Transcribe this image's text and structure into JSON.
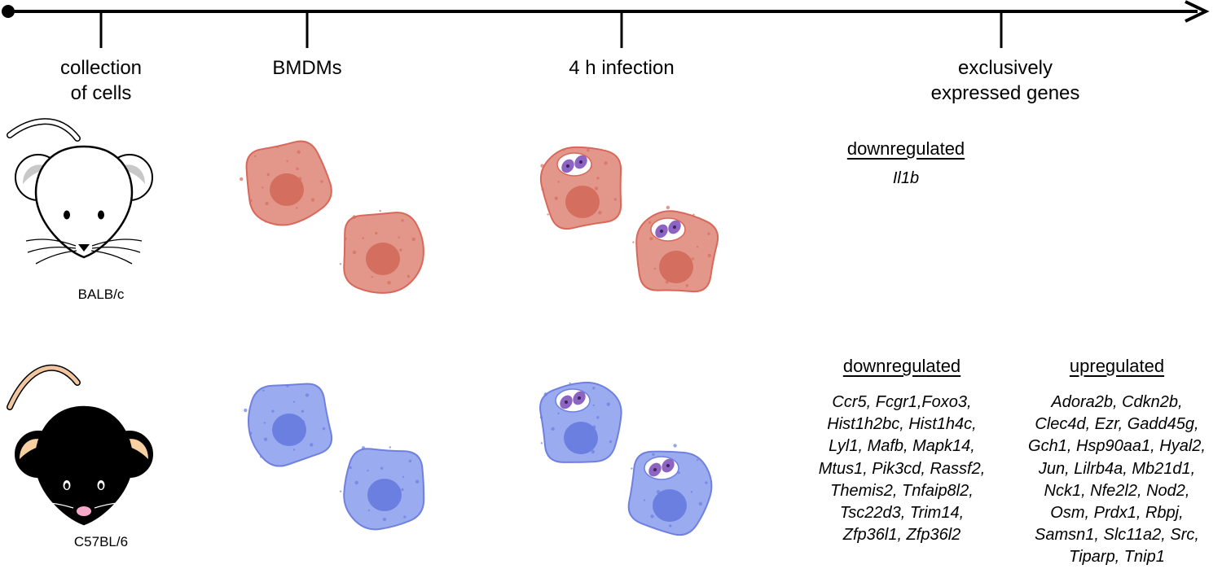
{
  "timeline": {
    "stages": [
      {
        "lines": [
          "collection",
          "of cells"
        ]
      },
      {
        "lines": [
          "BMDMs"
        ]
      },
      {
        "lines": [
          "4 h infection"
        ]
      },
      {
        "lines": [
          "exclusively",
          "expressed genes"
        ]
      }
    ]
  },
  "strains": [
    {
      "name": "BALB/c",
      "cell_color": "#e3968a",
      "nucleus_color": "#d46e5e",
      "groups": [
        {
          "heading": "downregulated",
          "genes": [
            "Il1b"
          ]
        }
      ]
    },
    {
      "name": "C57BL/6",
      "cell_color": "#9aabf0",
      "nucleus_color": "#6b7fe0",
      "groups": [
        {
          "heading": "downregulated",
          "genes": [
            "Ccr5, Fcgr1,Foxo3,",
            "Hist1h2bc, Hist1h4c,",
            "Lyl1, Mafb, Mapk14,",
            "Mtus1, Pik3cd, Rassf2,",
            "Themis2, Tnfaip8l2,",
            "Tsc22d3, Trim14,",
            "Zfp36l1, Zfp36l2"
          ]
        },
        {
          "heading": "upregulated",
          "genes": [
            "Adora2b, Cdkn2b,",
            "Clec4d, Ezr, Gadd45g,",
            "Gch1, Hsp90aa1, Hyal2,",
            "Jun, Lilrb4a,  Mb21d1,",
            "Nck1, Nfe2l2, Nod2,",
            "Osm, Prdx1, Rbpj,",
            "Samsn1, Slc11a2, Src,",
            "Tiparp, Tnip1"
          ]
        }
      ]
    }
  ]
}
